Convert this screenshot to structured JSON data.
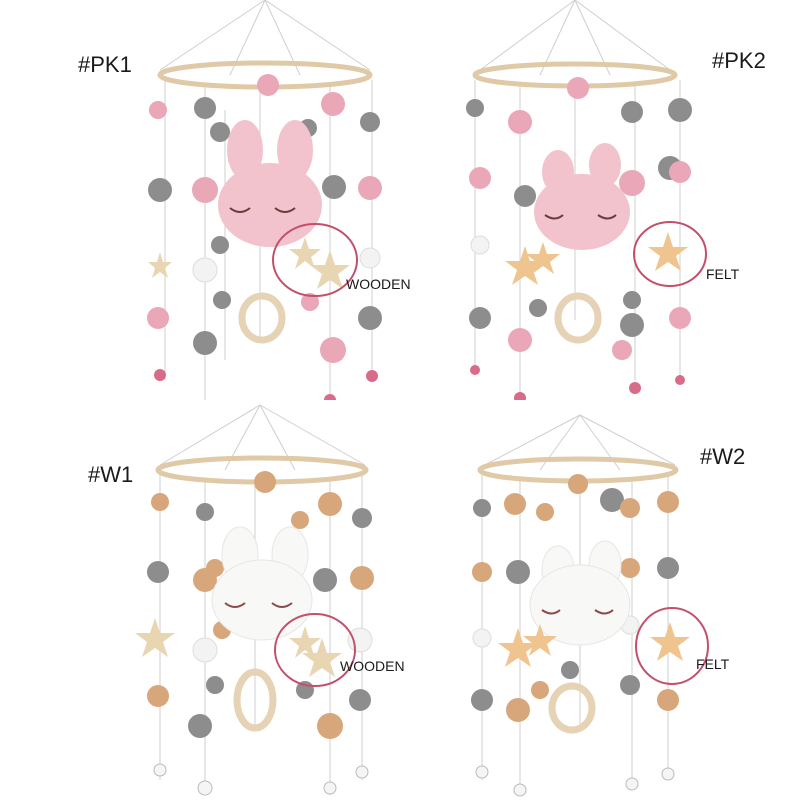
{
  "panels": [
    {
      "code": "#PK1",
      "star_type": "WOODEN",
      "variant": "pink",
      "star_material": "wood"
    },
    {
      "code": "#PK2",
      "star_type": "FELT",
      "variant": "pink",
      "star_material": "felt"
    },
    {
      "code": "#W1",
      "star_type": "WOODEN",
      "variant": "white",
      "star_material": "wood"
    },
    {
      "code": "#W2",
      "star_type": "FELT",
      "variant": "white",
      "star_material": "felt"
    }
  ],
  "colors": {
    "pink_pom": "#e9a7b8",
    "grey_pom": "#8d8d8d",
    "tan_pom": "#d7a77b",
    "white_pom": "#f3f3f3",
    "pink_bunny": "#f2c3cc",
    "white_bunny": "#f8f8f6",
    "hoop": "#e0c9a6",
    "wood_star": "#e8d6b3",
    "felt_star": "#f0c48f",
    "highlight_circle": "#c2506a",
    "bell_pink": "#d96b8a",
    "bell_white": "#f5f5f5"
  }
}
